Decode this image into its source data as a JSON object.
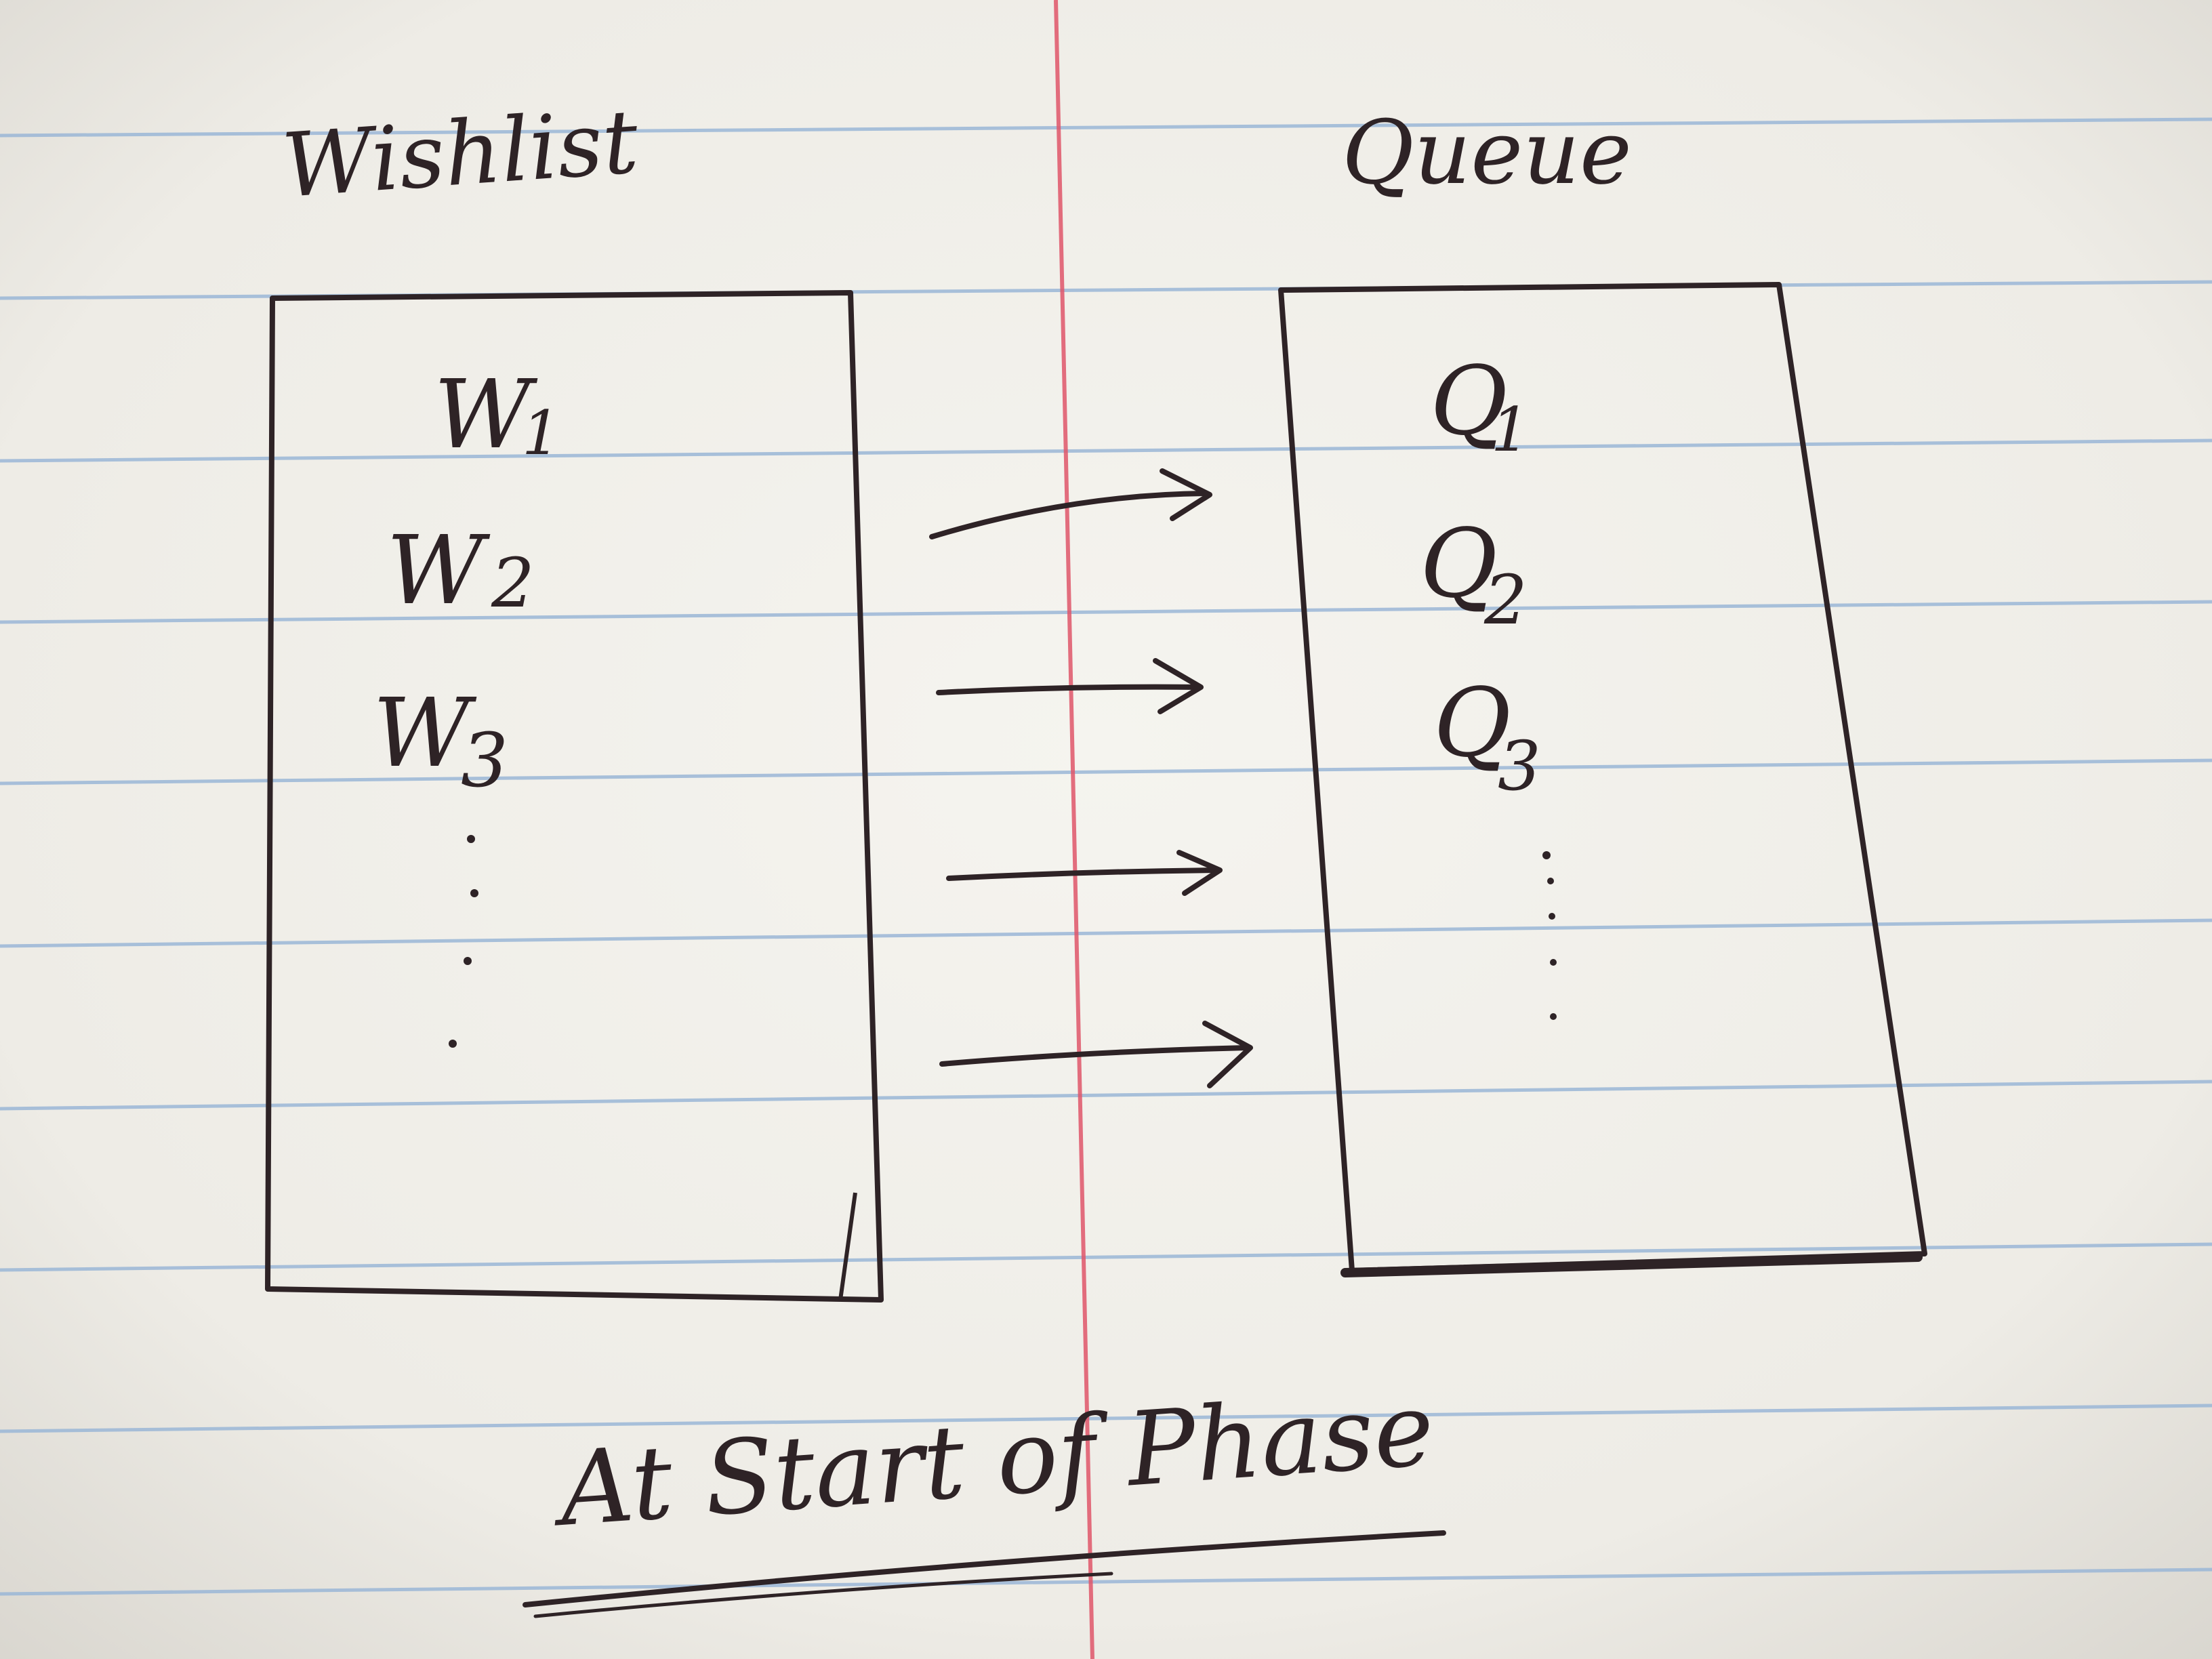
{
  "wishlist": {
    "title": "Wishlist",
    "items": [
      {
        "letter": "W",
        "sub": "1"
      },
      {
        "letter": "W",
        "sub": "2"
      },
      {
        "letter": "W",
        "sub": "3"
      }
    ]
  },
  "queue": {
    "title": "Queue",
    "items": [
      {
        "letter": "Q",
        "sub": "1"
      },
      {
        "letter": "Q",
        "sub": "2"
      },
      {
        "letter": "Q",
        "sub": "3"
      }
    ]
  },
  "caption": "At Start of Phase",
  "colors": {
    "paper": "#f2f1ec",
    "rule_line": "#9ab6d6",
    "margin_line": "#e0566a",
    "ink": "#2e2326"
  }
}
